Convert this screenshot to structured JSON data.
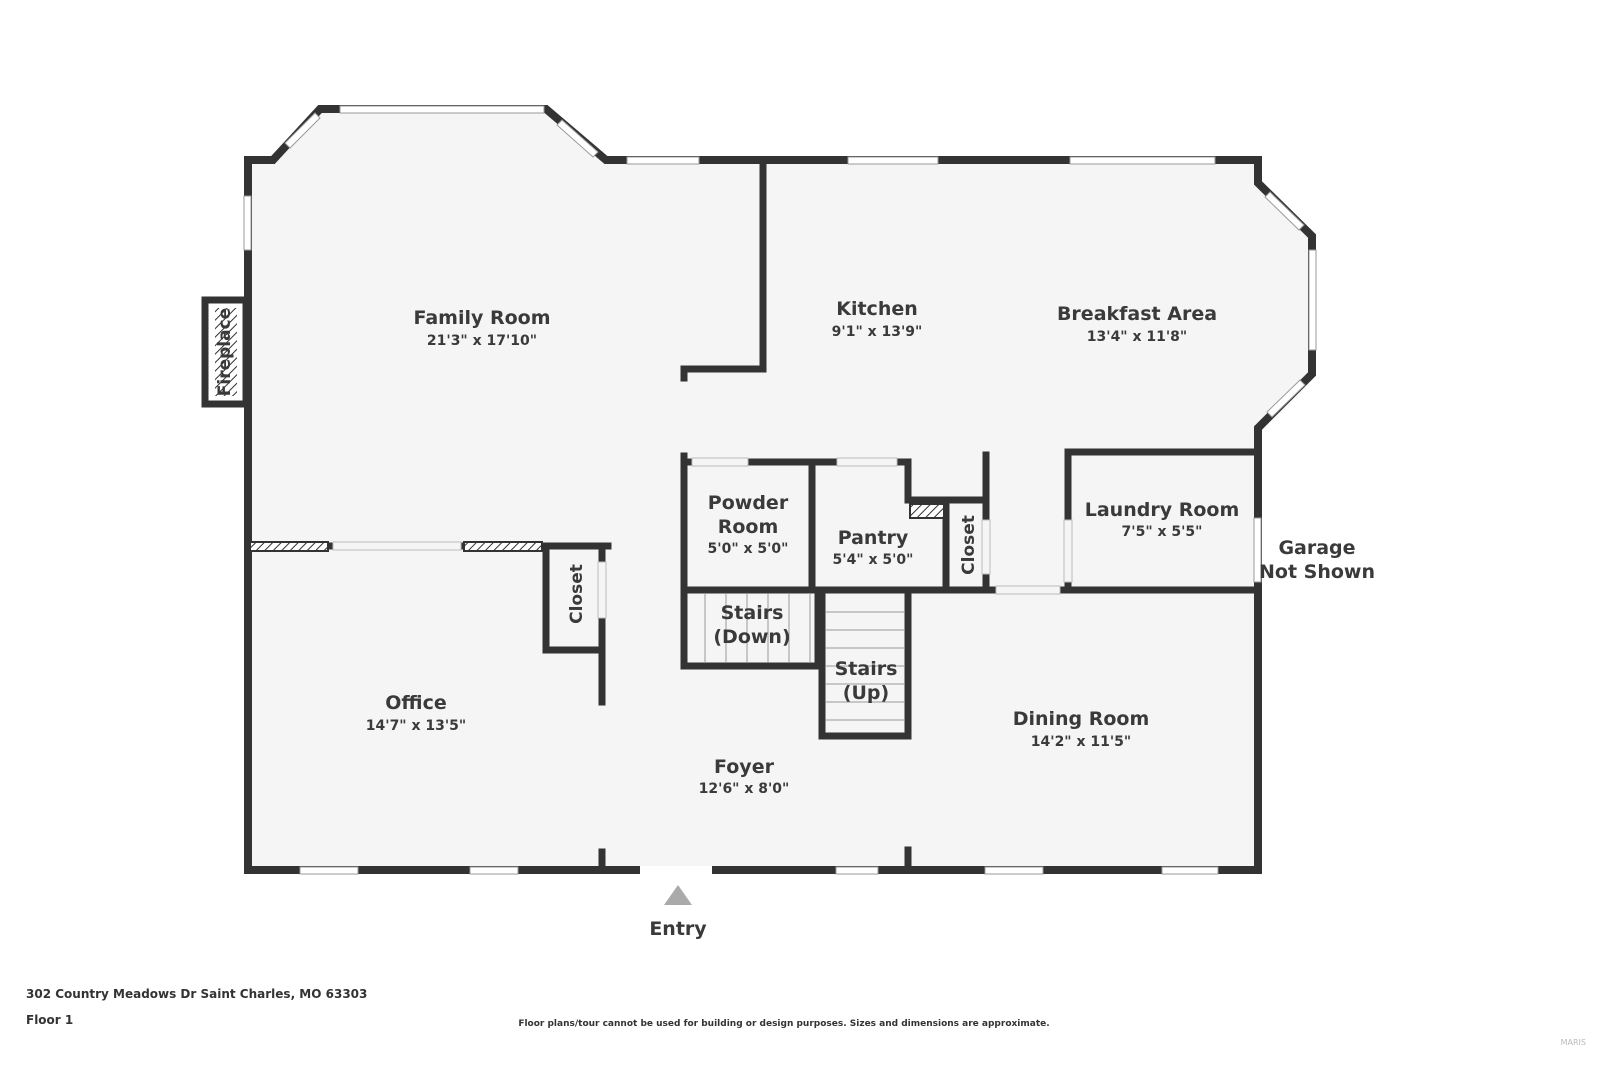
{
  "rooms": {
    "family_room": {
      "name": "Family Room",
      "dims": "21'3\" x 17'10\""
    },
    "kitchen": {
      "name": "Kitchen",
      "dims": "9'1\" x 13'9\""
    },
    "breakfast_area": {
      "name": "Breakfast Area",
      "dims": "13'4\" x 11'8\""
    },
    "powder_room": {
      "name_line1": "Powder",
      "name_line2": "Room",
      "dims": "5'0\" x 5'0\""
    },
    "pantry": {
      "name": "Pantry",
      "dims": "5'4\" x 5'0\""
    },
    "laundry_room": {
      "name": "Laundry Room",
      "dims": "7'5\" x 5'5\""
    },
    "office": {
      "name": "Office",
      "dims": "14'7\" x 13'5\""
    },
    "foyer": {
      "name": "Foyer",
      "dims": "12'6\" x 8'0\""
    },
    "dining_room": {
      "name": "Dining Room",
      "dims": "14'2\" x 11'5\""
    }
  },
  "labels": {
    "fireplace": "Fireplace",
    "closet_office": "Closet",
    "closet_pantry": "Closet",
    "stairs_down_line1": "Stairs",
    "stairs_down_line2": "(Down)",
    "stairs_up_line1": "Stairs",
    "stairs_up_line2": "(Up)",
    "garage_line1": "Garage",
    "garage_line2": "Not Shown",
    "entry": "Entry"
  },
  "footer": {
    "address": "302 Country Meadows Dr Saint Charles, MO 63303",
    "floor": "Floor 1",
    "disclaimer": "Floor plans/tour cannot be used for building or design purposes. Sizes and dimensions are approximate.",
    "watermark": "MARIS"
  },
  "colors": {
    "wall": "#333333",
    "floor": "#f5f5f5",
    "window": "#ffffff",
    "text": "#3a3a3a",
    "entry_arrow": "#aaaaaa"
  }
}
